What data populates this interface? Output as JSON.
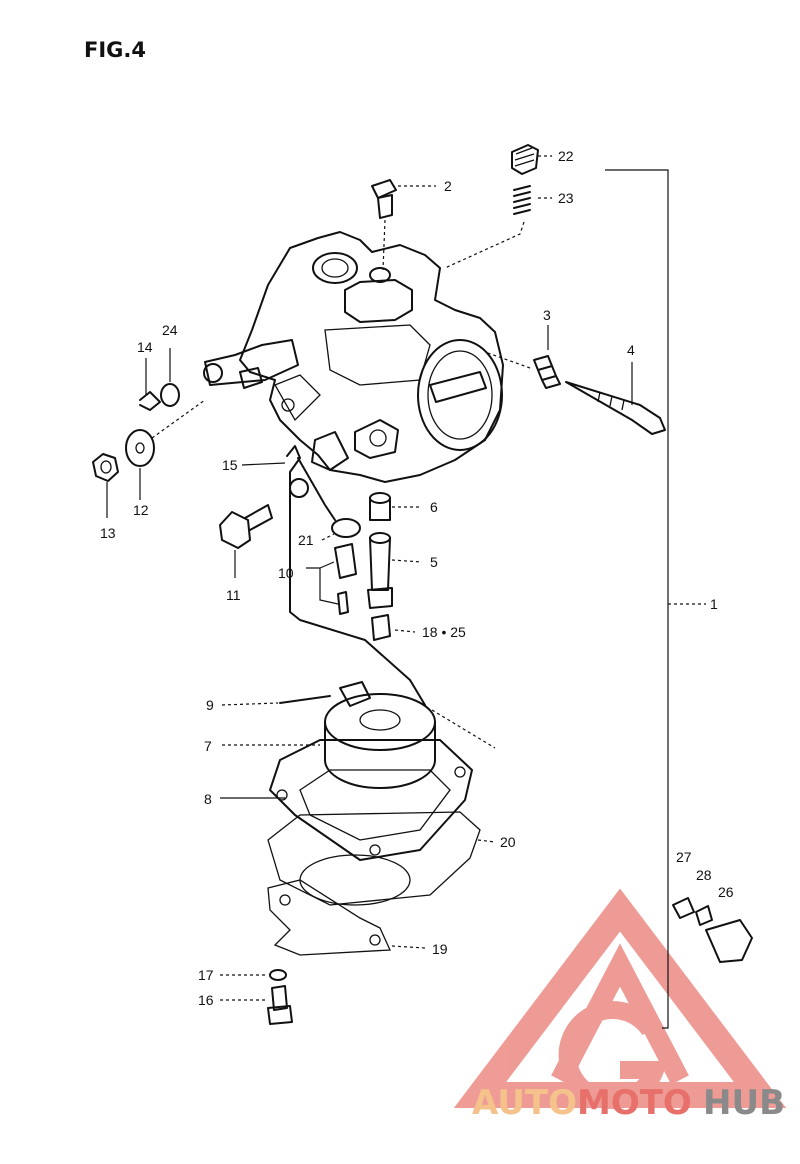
{
  "figure": {
    "title": "FIG.4"
  },
  "callouts": {
    "c1": "1",
    "c2": "2",
    "c3": "3",
    "c4": "4",
    "c5": "5",
    "c6": "6",
    "c7": "7",
    "c8": "8",
    "c9": "9",
    "c10": "10",
    "c11": "11",
    "c12": "12",
    "c13": "13",
    "c14": "14",
    "c15": "15",
    "c16": "16",
    "c17": "17",
    "c18_25": "18 • 25",
    "c19": "19",
    "c20": "20",
    "c21": "21",
    "c22": "22",
    "c23": "23",
    "c24": "24",
    "c26": "26",
    "c27": "27",
    "c28": "28"
  },
  "watermark": {
    "part1": "AUTO",
    "part2": "MOTO",
    "part3": "HUB",
    "color_light": "#f4c28a",
    "color_red": "#e8706a",
    "color_gray": "#8a8a8a"
  }
}
